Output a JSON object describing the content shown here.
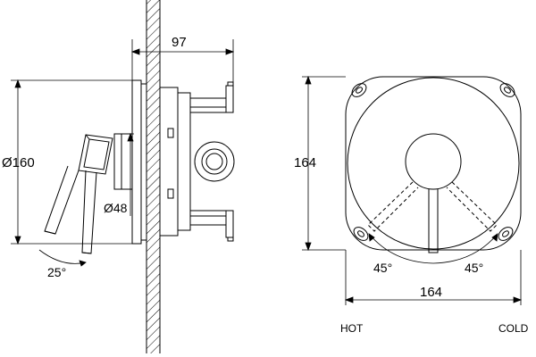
{
  "dimensions": {
    "depth": "97",
    "height_right": "164",
    "width_right": "164",
    "plate_diameter": "Ø160",
    "body_diameter": "Ø48",
    "lever_angle": "25°",
    "angle_left": "45°",
    "angle_right": "45°"
  },
  "labels": {
    "hot": "HOT",
    "cold": "COLD"
  }
}
